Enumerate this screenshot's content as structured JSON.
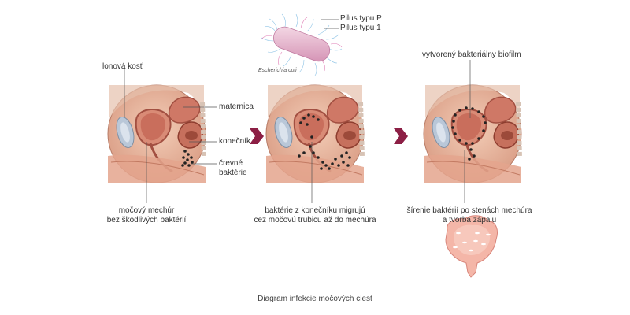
{
  "labels": {
    "pubic_bone": "lonová kosť",
    "uterus": "maternica",
    "rectum": "konečník",
    "bacteria_line1": "črevné",
    "bacteria_line2": "baktérie",
    "pilus_p": "Pilus typu P",
    "pilus_1": "Pilus typu 1",
    "ecoli": "Escherichia coli",
    "biofilm": "vytvorený bakteriálny biofilm"
  },
  "steps": [
    {
      "line1": "močový mechúr",
      "line2": "bez škodlivých baktérií"
    },
    {
      "line1": "baktérie z konečníku migrujú",
      "line2": "cez močovú trubicu až do mechúra"
    },
    {
      "line1": "šírenie baktérií po stenách mechúra",
      "line2": "a tvorba zápalu"
    }
  ],
  "caption": "Diagram infekcie močových ciest",
  "colors": {
    "arrow": "#8c1f45",
    "skin": "#e8b49a",
    "bladder": "#f4b6a8",
    "bacteria": "#222222",
    "leader": "#555555"
  }
}
